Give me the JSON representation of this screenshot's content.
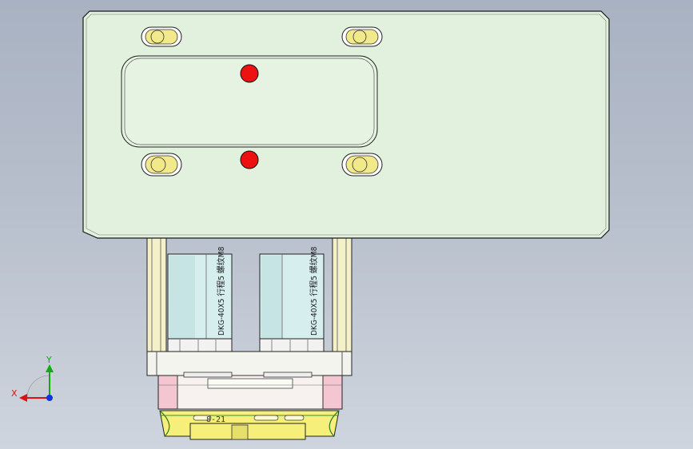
{
  "viewport": {
    "background_top": "#a9b2c2",
    "background_bottom": "#cfd5de"
  },
  "model": {
    "plate_color": "#e2f1de",
    "slot_color": "#f2e98a",
    "pin_color": "#ee1111",
    "cylinder_color": "#d6eeee",
    "bracket_color": "#f4f0c8",
    "flange_color": "#f3c6d2",
    "gear_color": "#f6f07a",
    "cylinders": [
      {
        "label": "DKG-40X5 行程5 螺纹M8"
      },
      {
        "label": "DKG-40X5 行程5 螺纹M8"
      }
    ],
    "engraving": "8-21"
  },
  "triad": {
    "x_label": "X",
    "y_label": "Y",
    "x_color": "#dd1111",
    "y_color": "#11aa11",
    "z_color": "#1133dd"
  }
}
